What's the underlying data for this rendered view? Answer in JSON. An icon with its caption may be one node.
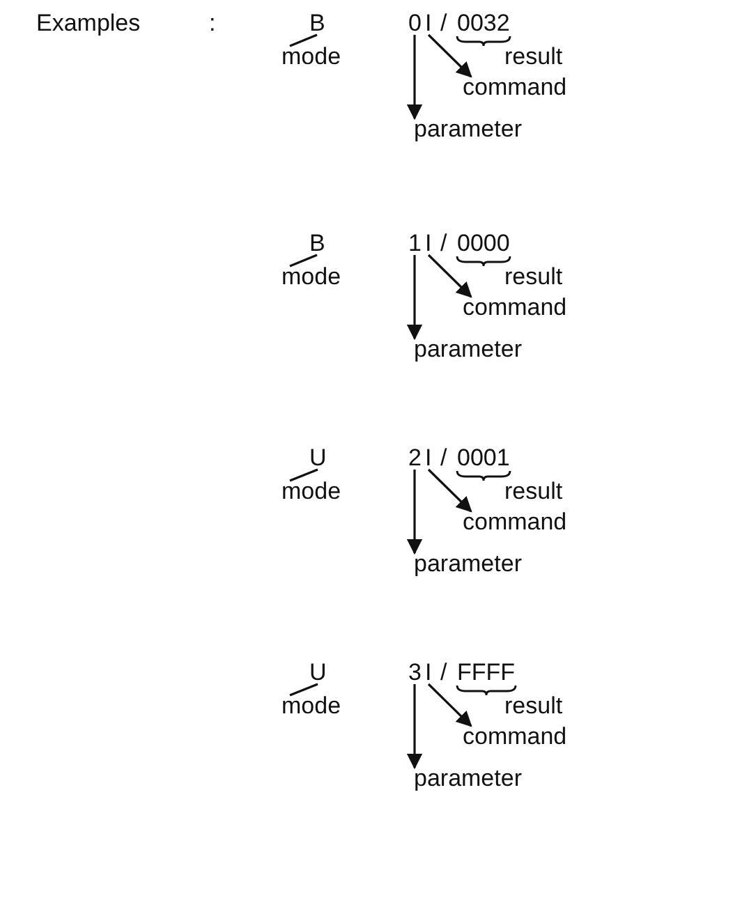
{
  "diagram": {
    "nodes": [
      {
        "text": [
          "B"
        ]
      },
      {
        "text": [
          "mode"
        ]
      },
      {
        "text": [
          "0"
        ]
      },
      {
        "text": [
          "I"
        ]
      },
      {
        "text": [
          "command"
        ]
      },
      {
        "text": [
          "parameter"
        ]
      },
      {
        "text": [
          "B"
        ]
      },
      {
        "text": [
          "mode"
        ]
      },
      {
        "text": [
          "1"
        ]
      },
      {
        "text": [
          "I"
        ]
      },
      {
        "text": [
          "command"
        ]
      },
      {
        "text": [
          "parameter"
        ]
      },
      {
        "text": [
          "U"
        ]
      },
      {
        "text": [
          "mode"
        ]
      },
      {
        "text": [
          "2"
        ]
      },
      {
        "text": [
          "I"
        ]
      },
      {
        "text": [
          "command"
        ]
      },
      {
        "text": [
          "parameter"
        ]
      },
      {
        "text": [
          "U"
        ]
      },
      {
        "text": [
          "mode"
        ]
      },
      {
        "text": [
          "3"
        ]
      },
      {
        "text": [
          "I"
        ]
      },
      {
        "text": [
          "command"
        ]
      },
      {
        "text": [
          "parameter"
        ]
      }
    ],
    "edges": [
      {
        "from": 0,
        "to": 1,
        "arrow": "none"
      },
      {
        "from": 2,
        "to": 5,
        "arrow": "to"
      },
      {
        "from": 3,
        "to": 4,
        "arrow": "to"
      },
      {
        "from": 6,
        "to": 7,
        "arrow": "none"
      },
      {
        "from": 8,
        "to": 11,
        "arrow": "to"
      },
      {
        "from": 9,
        "to": 10,
        "arrow": "to"
      },
      {
        "from": 12,
        "to": 13,
        "arrow": "none"
      },
      {
        "from": 14,
        "to": 17,
        "arrow": "to"
      },
      {
        "from": 15,
        "to": 16,
        "arrow": "to"
      },
      {
        "from": 18,
        "to": 19,
        "arrow": "none"
      },
      {
        "from": 20,
        "to": 23,
        "arrow": "to"
      },
      {
        "from": 21,
        "to": 22,
        "arrow": "to"
      }
    ],
    "labels": [
      "Examples",
      ":",
      "/",
      "0032",
      "result",
      "/",
      "0000",
      "result",
      "/",
      "0001",
      "result",
      "/",
      "FFFF",
      "result"
    ]
  }
}
